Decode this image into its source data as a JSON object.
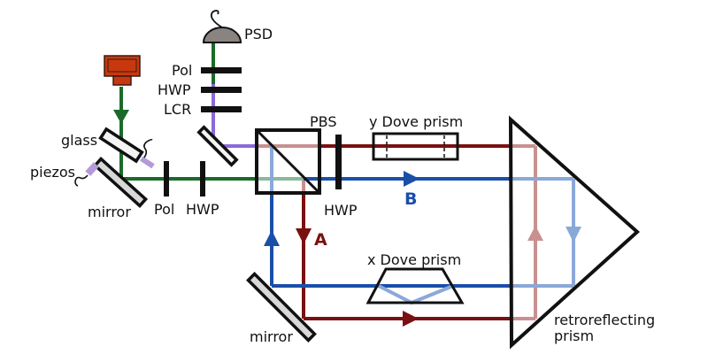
{
  "diagram": {
    "type": "optical-setup",
    "colors": {
      "laser_beam": "#1a6b2a",
      "detector_beam": "#8a6ad8",
      "path_a": "#7a1010",
      "path_b": "#1a4fa8",
      "path_a_faded": "#c89090",
      "path_b_faded": "#8aa8d8",
      "laser_body": "#c8380e",
      "detector": "#8a8480",
      "piezo": "#b69ad8"
    },
    "labels": {
      "psd": "PSD",
      "pol_top": "Pol",
      "hwp_top": "HWP",
      "lcr": "LCR",
      "glass": "glass",
      "piezos": "piezos",
      "mirror_left": "mirror",
      "pol_bottom": "Pol",
      "hwp_bottom": "HWP",
      "pbs": "PBS",
      "hwp_right": "HWP",
      "y_dove": "y Dove prism",
      "x_dove": "x Dove prism",
      "path_a": "A",
      "path_b": "B",
      "mirror_bottom": "mirror",
      "retro_line1": "retroreflecting",
      "retro_line2": "prism"
    }
  }
}
